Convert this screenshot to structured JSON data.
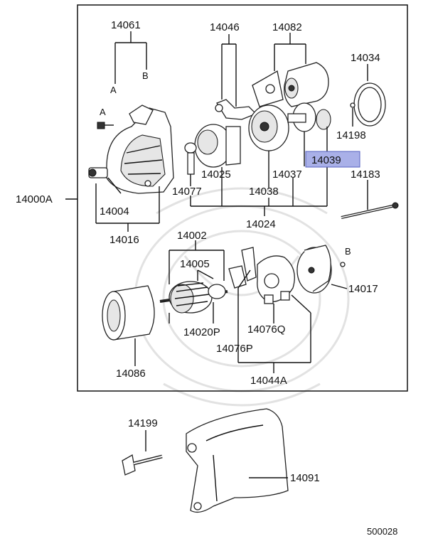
{
  "diagram": {
    "labels": {
      "p14061": "14061",
      "p14046": "14046",
      "p14082": "14082",
      "p14034": "14034",
      "p14198": "14198",
      "p14039": "14039",
      "p14183": "14183",
      "p14025": "14025",
      "p14037": "14037",
      "p14077": "14077",
      "p14038": "14038",
      "p14000A": "14000A",
      "p14004": "14004",
      "p14024": "14024",
      "p14016": "14016",
      "p14002": "14002",
      "p14005": "14005",
      "p14017": "14017",
      "p14020P": "14020P",
      "p14076Q": "14076Q",
      "p14076P": "14076P",
      "p14086": "14086",
      "p14044A": "14044A",
      "p14199": "14199",
      "p14091": "14091"
    },
    "ref_a1": "A",
    "ref_b1": "B",
    "ref_a2": "A",
    "ref_b2": "B",
    "drawing_number": "500028",
    "highlight_color": "#a9b0e8",
    "highlighted_part": "14039"
  }
}
